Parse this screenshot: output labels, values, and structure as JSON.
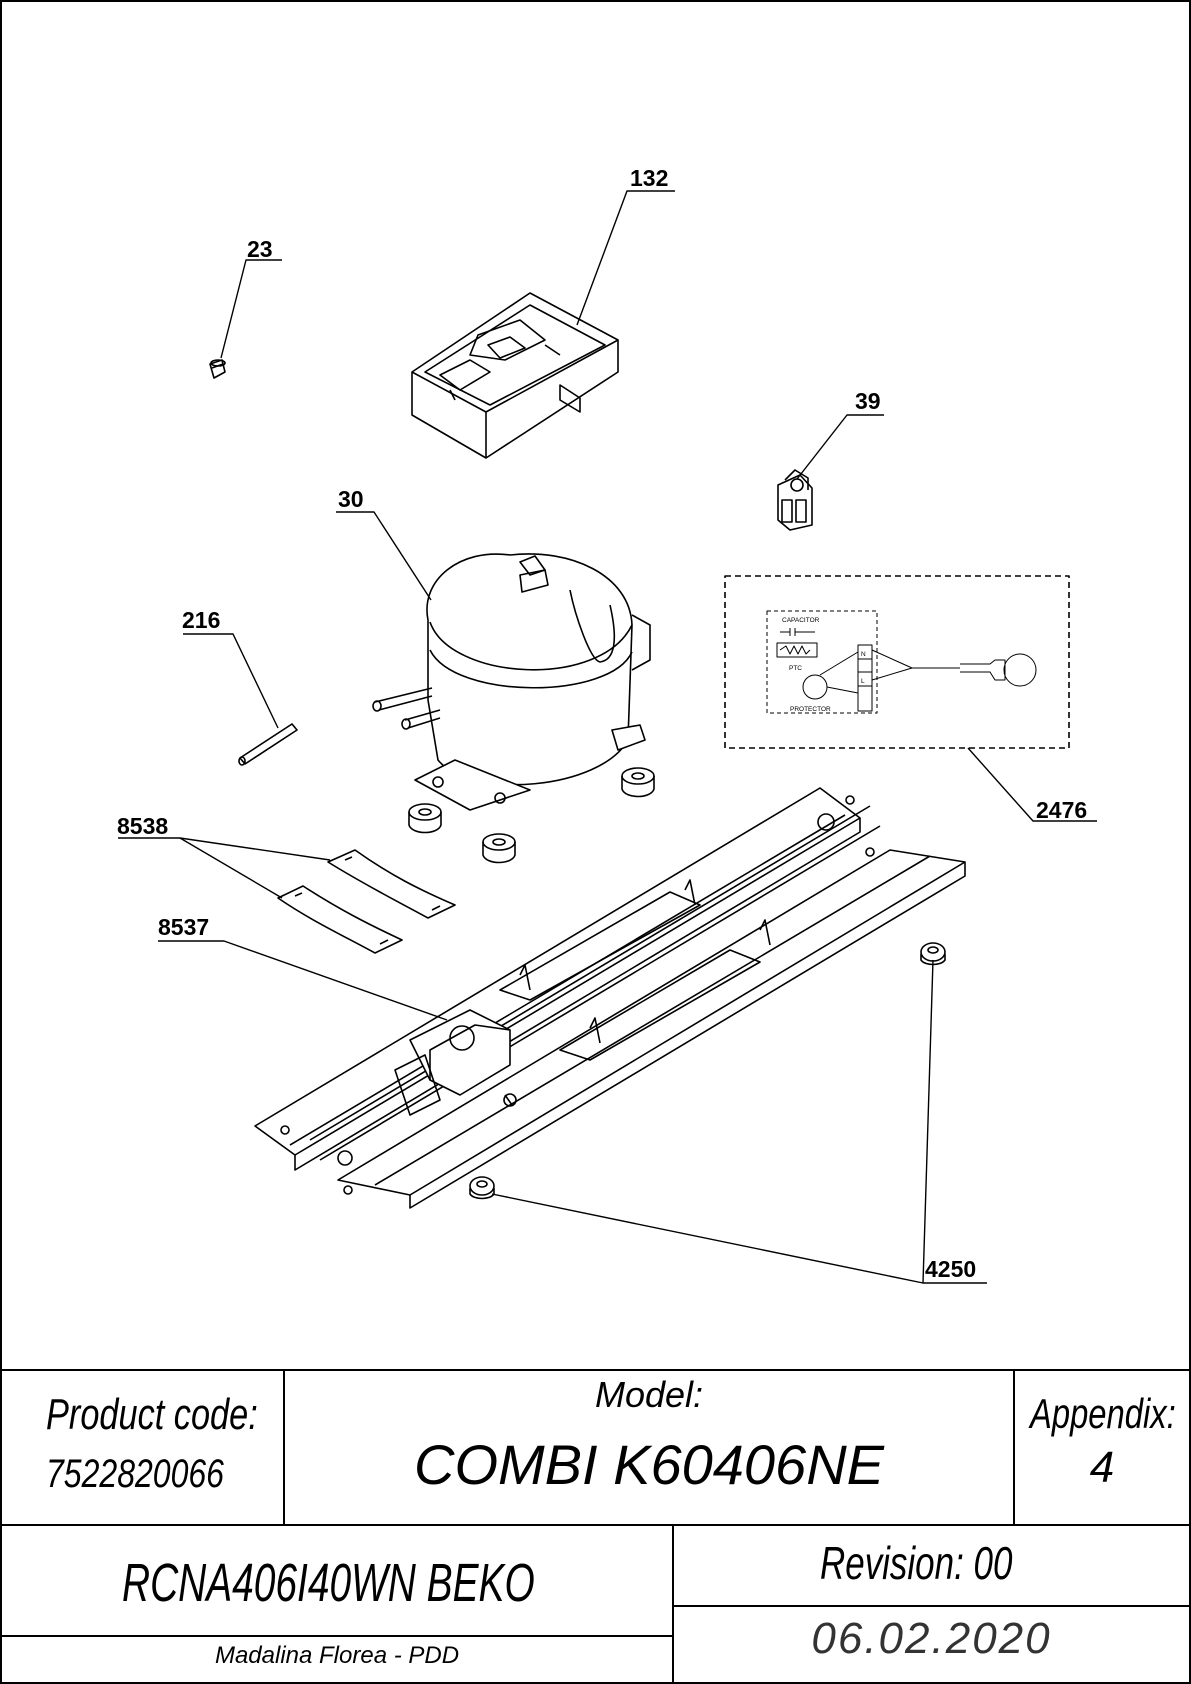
{
  "callouts": [
    {
      "id": "132",
      "label": "132"
    },
    {
      "id": "23",
      "label": "23"
    },
    {
      "id": "39",
      "label": "39"
    },
    {
      "id": "30",
      "label": "30"
    },
    {
      "id": "216",
      "label": "216"
    },
    {
      "id": "2476",
      "label": "2476"
    },
    {
      "id": "8538",
      "label": "8538"
    },
    {
      "id": "8537",
      "label": "8537"
    },
    {
      "id": "4250",
      "label": "4250"
    }
  ],
  "wiring": {
    "capacitor": "CAPACITOR",
    "ptc": "PTC",
    "protector": "PROTECTOR",
    "terminals": [
      "N",
      "L"
    ]
  },
  "title_block": {
    "product_code_label": "Product code:",
    "product_code": "7522820066",
    "model_label": "Model:",
    "model": "COMBI K60406NE",
    "appendix_label": "Appendix:",
    "appendix": "4",
    "product_name": "RCNA406I40WN BEKO",
    "revision": "Revision: 00",
    "author": "Madalina Florea - PDD",
    "date": "06.02.2020"
  }
}
